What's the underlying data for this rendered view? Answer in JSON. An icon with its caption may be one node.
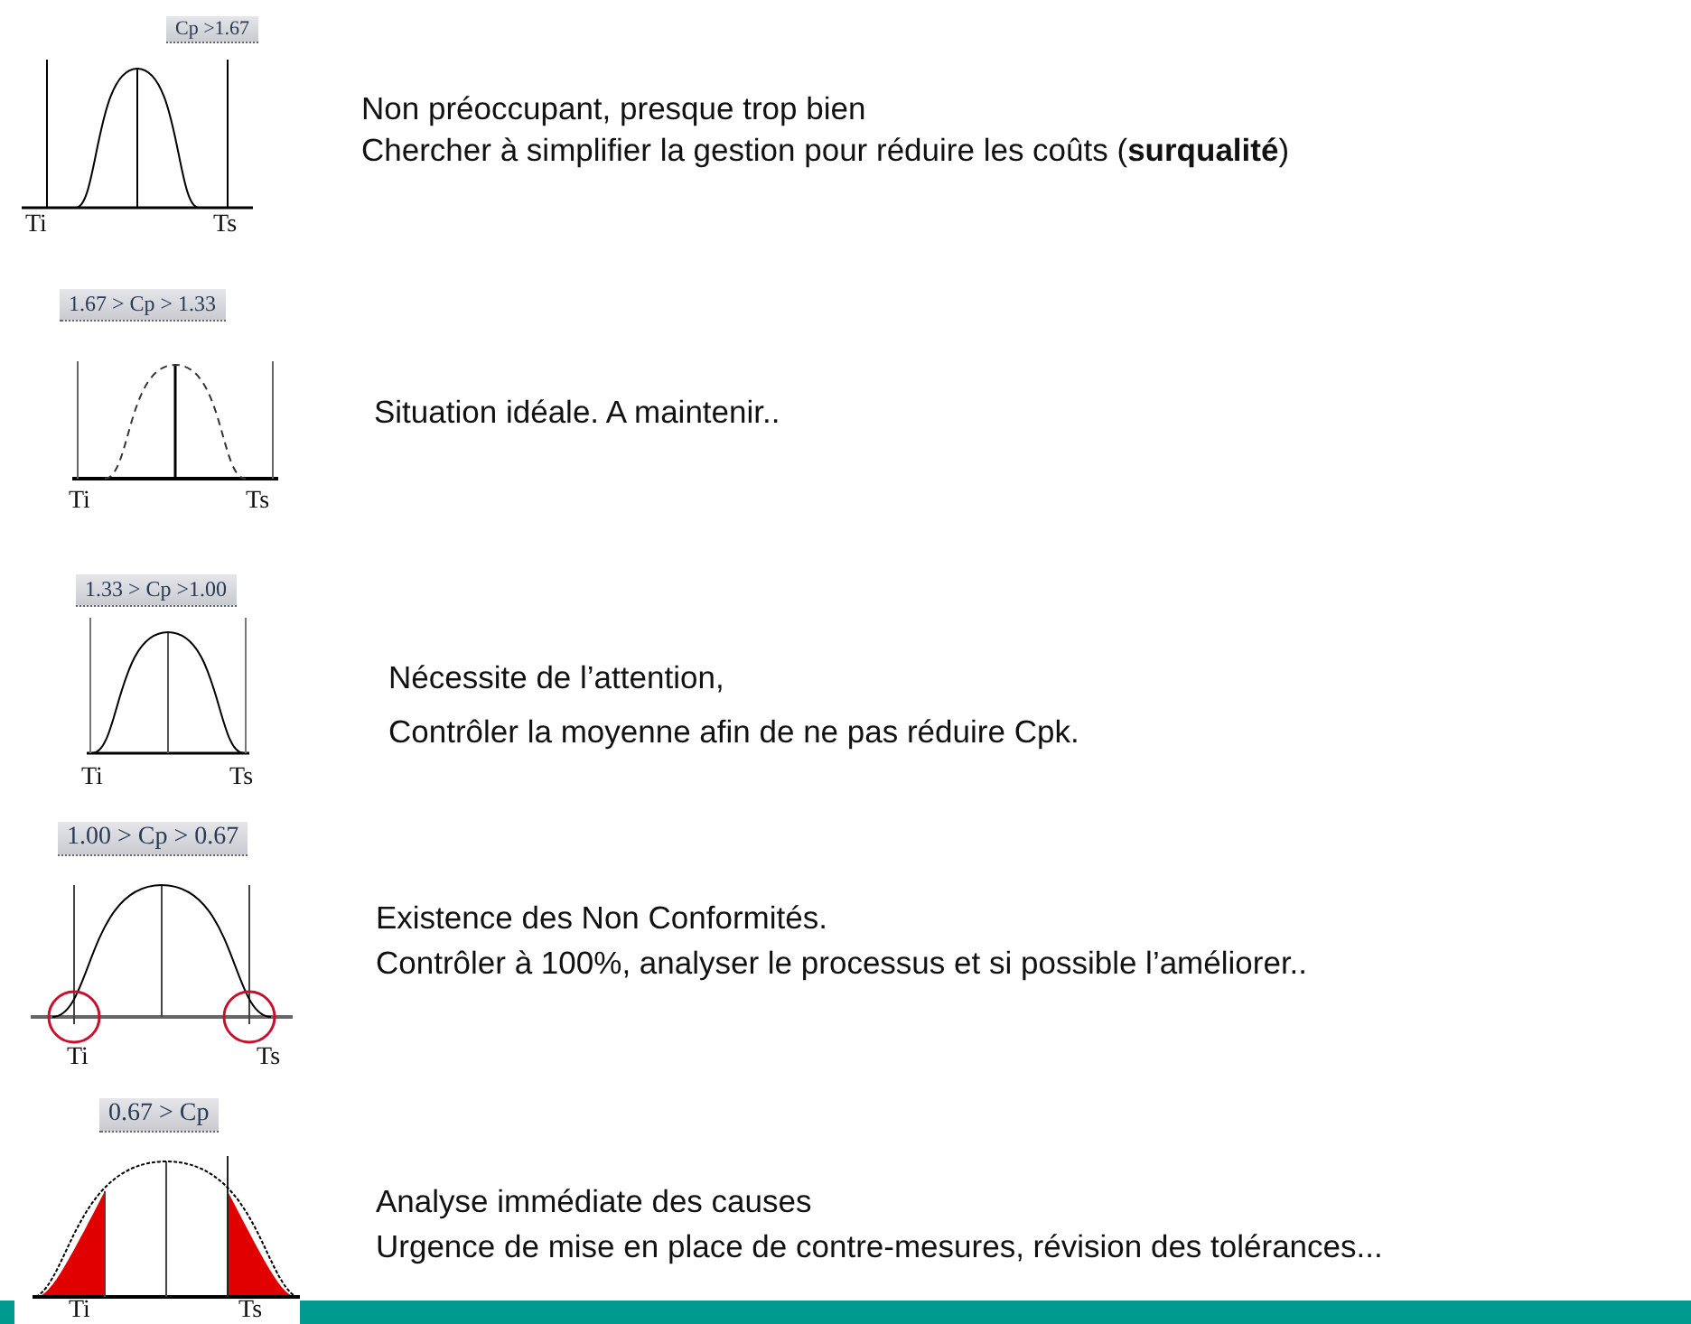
{
  "diagram": {
    "labels": [
      "Cp >1.67",
      "Ti",
      "Ts",
      "Non préoccupant, presque trop bien",
      "Chercher à simplifier la gestion pour réduire les coûts (**surqualité**)",
      "1.67 > Cp > 1.33",
      "Ti",
      "Ts",
      "Situation idéale. A maintenir..",
      "1.33 > Cp >1.00",
      "Ti",
      "Ts",
      "Nécessite de l’attention,",
      "Contrôler la  moyenne afin de ne pas réduire Cpk.",
      "1.00 > Cp > 0.67",
      "Ti",
      "Ts",
      "Existence des Non Conformités.",
      "Contrôler à 100%, analyser le processus et si possible l’améliorer..",
      "0.67 > Cp",
      "Ti",
      "Ts",
      "Analyse immédiate des causes",
      "Urgence de mise en place de contre-mesures, révision des tolérances..."
    ]
  }
}
